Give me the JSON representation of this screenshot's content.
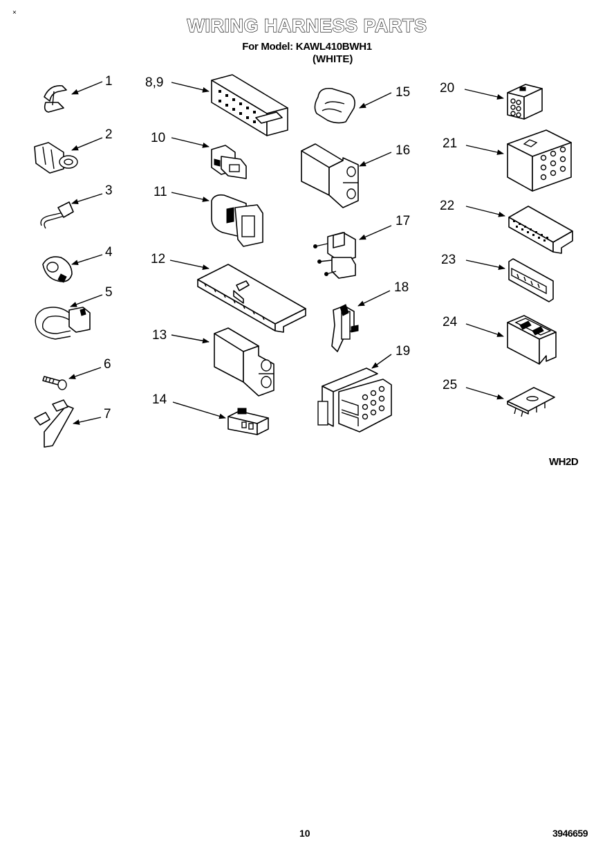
{
  "header": {
    "corner_mark": "×",
    "title": "WIRING HARNESS PARTS",
    "model_line": "For Model: KAWL410BWH1",
    "color_line": "(WHITE)"
  },
  "parts": [
    {
      "label": "1",
      "icon": "clip-icon"
    },
    {
      "label": "2",
      "icon": "wire-clamp-icon"
    },
    {
      "label": "3",
      "icon": "wire-clip-icon"
    },
    {
      "label": "4",
      "icon": "ring-clip-icon"
    },
    {
      "label": "5",
      "icon": "strap-clamp-icon"
    },
    {
      "label": "6",
      "icon": "screw-icon"
    },
    {
      "label": "7",
      "icon": "tie-strap-icon"
    },
    {
      "label": "8,9",
      "icon": "terminal-block-icon"
    },
    {
      "label": "10",
      "icon": "small-connector-icon"
    },
    {
      "label": "11",
      "icon": "housing-connector-icon"
    },
    {
      "label": "12",
      "icon": "terminal-strip-icon"
    },
    {
      "label": "13",
      "icon": "two-way-connector-icon"
    },
    {
      "label": "14",
      "icon": "mini-connector-icon"
    },
    {
      "label": "15",
      "icon": "sleeve-icon"
    },
    {
      "label": "16",
      "icon": "plug-connector-icon"
    },
    {
      "label": "17",
      "icon": "pin-connector-icon"
    },
    {
      "label": "18",
      "icon": "latch-connector-icon"
    },
    {
      "label": "19",
      "icon": "multi-pin-connector-icon"
    },
    {
      "label": "20",
      "icon": "six-pin-housing-icon"
    },
    {
      "label": "21",
      "icon": "nine-pin-housing-icon"
    },
    {
      "label": "22",
      "icon": "receptacle-block-icon"
    },
    {
      "label": "23",
      "icon": "socket-block-icon"
    },
    {
      "label": "24",
      "icon": "open-housing-icon"
    },
    {
      "label": "25",
      "icon": "circuit-board-icon"
    }
  ],
  "footer": {
    "diagram_code": "WH2D",
    "page_number": "10",
    "document_number": "3946659"
  }
}
